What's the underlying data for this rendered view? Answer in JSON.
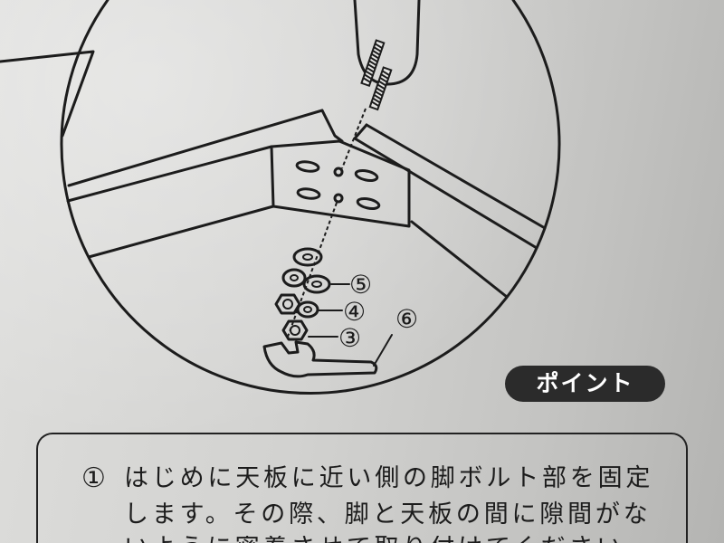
{
  "diagram": {
    "callouts": [
      "⑤",
      "④",
      "③",
      "⑥"
    ]
  },
  "point_badge": {
    "label": "ポイント"
  },
  "instruction": {
    "number": "①",
    "lines": [
      "はじめに天板に近い側の脚ボルト部を固定",
      "します。その際、脚と天板の間に隙間がな",
      "いように密着させて取り付けてください"
    ]
  },
  "colors": {
    "ink": "#1c1c1c",
    "paper": "#d2d2d0",
    "badge_background": "#2b2b2b",
    "badge_text": "#ffffff"
  }
}
